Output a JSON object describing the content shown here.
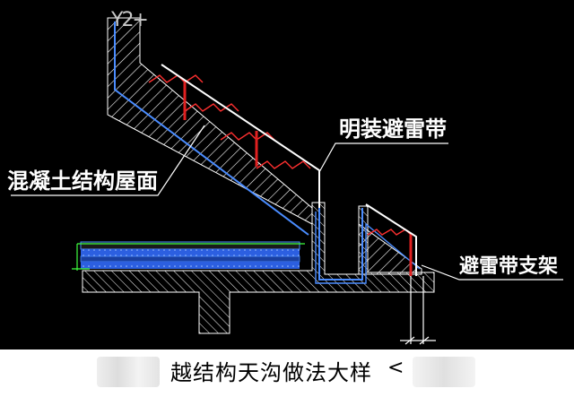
{
  "labels": {
    "lightning_strip": "明装避雷带",
    "concrete_roof": "混凝土结构屋面",
    "strip_support": "避雷带支架"
  },
  "caption": {
    "text": "越结构天沟做法大样",
    "mark": "<"
  },
  "watermark": "Y2+",
  "colors": {
    "background": "#000000",
    "structure_outline": "#4a8cff",
    "hatch": "#ffffff",
    "rebar": "#e02020",
    "leader_line": "#ffffff",
    "insulation_fill": "#2c5fe0",
    "tile": "#ff3030"
  }
}
